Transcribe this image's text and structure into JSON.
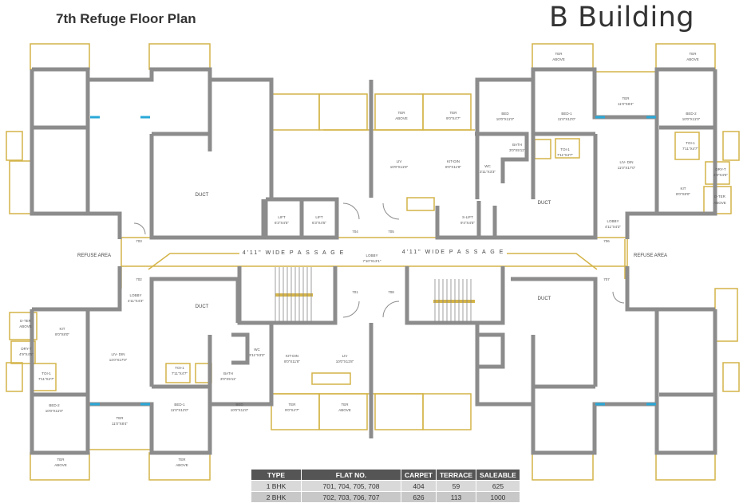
{
  "title": "7th Refuge Floor Plan",
  "building": "B Building",
  "colors": {
    "wall": "#8c8c8c",
    "accent": "#d4b448",
    "window": "#29a8d8",
    "header": "#555555"
  },
  "rooms": {
    "ter_above_tr1": "TER",
    "ter_above_tr1_sub": "ABOVE",
    "ter_above_tr2": "TER",
    "ter_above_tr2_sub": "ABOVE",
    "ter_right_top": "TER",
    "ter_right_top_dim": "11'0\"X8'4\"",
    "bed1_rt": "BED-1",
    "bed1_rt_dim": "11'0\"X12'0\"",
    "bed2_rt": "BED-2",
    "bed2_rt_dim": "10'0\"X11'0\"",
    "bed_rt": "BED",
    "bed_rt_dim": "10'0\"X11'0\"",
    "bath_rt": "BATH",
    "bath_rt_dim": "3'0\"X5'11\"",
    "toi1_rt_a": "TOI-1",
    "toi1_rt_a_dim": "7'11\"X4'7\"",
    "toi1_rt_b": "TOI-1",
    "toi1_rt_b_dim": "7'11\"X4'7\"",
    "livdin_rt": "LIV- DIN",
    "livdin_rt_dim": "11'0\"X17'0\"",
    "dryt_rt": "DRY-T",
    "dryt_rt_dim": "4'9\"X4'5\"",
    "kit_rt": "KIT",
    "kit_rt_dim": "8'0\"X8'0\"",
    "dter_rt": "D-TER",
    "dter_rt_sub": "ABOVE",
    "ter_ct_a": "TER",
    "ter_ct_a_sub": "ABOVE",
    "ter_ct_b": "TER",
    "ter_ct_b_dim": "9'0\"X4'7\"",
    "liv_ct": "LIV",
    "liv_ct_dim": "10'0\"X11'8\"",
    "kitdin_ct": "KIT-DIN",
    "kitdin_ct_dim": "8'0\"X11'8\"",
    "wc_ct": "WC",
    "wc_ct_dim": "3'11\"X3'3\"",
    "duct_tl": "DUCT",
    "duct_tr": "DUCT",
    "duct_bl": "DUCT",
    "duct_br": "DUCT",
    "lift1": "LIFT",
    "lift1_dim": "6'3\"X4'5\"",
    "lift2": "LIFT",
    "lift2_dim": "6'3\"X4'5\"",
    "slift": "S-LIFT",
    "slift_dim": "9'4\"X4'5\"",
    "lobby_rt": "LOBBY",
    "lobby_rt_dim": "4'11\"X4'3\"",
    "refuse_l": "REFUSE AREA",
    "refuse_r": "REFUSE AREA",
    "passage_l": "4'11\" WIDE  P A S S A G E",
    "passage_r": "4'11\" WIDE  P A S S A G E",
    "lobby_c": "LOBBY",
    "lobby_c_dim": "7'10\"X13'1\"",
    "lobby_lt": "LOBBY",
    "lobby_lt_dim": "4'11\"X4'3\"",
    "dter_lt": "D-TER",
    "dter_lt_sub": "ABOVE",
    "kit_lt": "KIT",
    "kit_lt_dim": "8'0\"X8'0\"",
    "dryt_lt": "DRY-T",
    "dryt_lt_dim": "4'9\"X4'5\"",
    "livdin_lt": "LIV- DIN",
    "livdin_lt_dim": "11'0\"X17'0\"",
    "toi1_lt_a": "TOI-1",
    "toi1_lt_a_dim": "7'11\"X4'7\"",
    "toi1_lt_b": "TOI-1",
    "toi1_lt_b_dim": "7'11\"X4'7\"",
    "bath_lt": "BATH",
    "bath_lt_dim": "3'0\"X5'11\"",
    "wc_cb": "WC",
    "wc_cb_dim": "3'11\"X3'3\"",
    "kitdin_cb": "KIT-DIN",
    "kitdin_cb_dim": "8'0\"X11'8\"",
    "liv_cb": "LIV",
    "liv_cb_dim": "10'0\"X11'8\"",
    "bed2_lb": "BED-2",
    "bed2_lb_dim": "10'0\"X11'0\"",
    "bed1_lb": "BED-1",
    "bed1_lb_dim": "11'0\"X12'0\"",
    "bed_lb": "BED",
    "bed_lb_dim": "10'0\"X11'0\"",
    "ter_lb": "TER",
    "ter_lb_dim": "11'0\"X8'4\"",
    "ter_cb_a": "TER",
    "ter_cb_a_dim": "9'0\"X4'7\"",
    "ter_cb_b": "TER",
    "ter_cb_b_sub": "ABOVE",
    "ter_bl1": "TER",
    "ter_bl1_sub": "ABOVE",
    "ter_bl2": "TER",
    "ter_bl2_sub": "ABOVE"
  },
  "flat_numbers": {
    "f701": "701",
    "f702": "702",
    "f703": "703",
    "f704": "704",
    "f705": "705",
    "f706": "706",
    "f707": "707",
    "f708": "708"
  },
  "area_table": {
    "headers": [
      "TYPE",
      "FLAT NO.",
      "CARPET",
      "TERRACE",
      "SALEABLE"
    ],
    "rows": [
      [
        "1 BHK",
        "701,  704,  705,  708",
        "404",
        "59",
        "625"
      ],
      [
        "2 BHK",
        "702,  703,  706,  707",
        "626",
        "113",
        "1000"
      ]
    ]
  }
}
